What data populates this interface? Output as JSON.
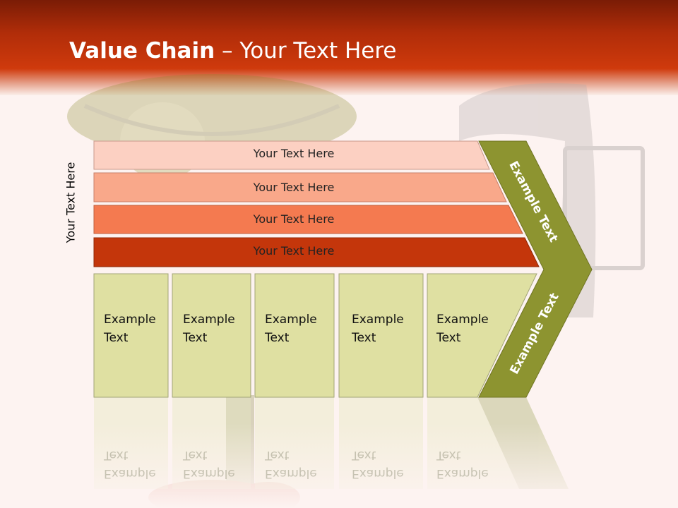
{
  "slide": {
    "title_bold": "Value Chain",
    "title_rest": " – Your Text Here",
    "side_label": "Your Text Here",
    "bands": [
      "Your Text Here",
      "Your Text Here",
      "Your Text Here",
      "Your Text Here"
    ],
    "boxes": [
      [
        "Example",
        "Text"
      ],
      [
        "Example",
        "Text"
      ],
      [
        "Example",
        "Text"
      ],
      [
        "Example",
        "Text"
      ],
      [
        "Example",
        "Text"
      ]
    ],
    "arrow_top_label": "Example Text",
    "arrow_bottom_label": "Example Text"
  },
  "colors": {
    "header": "#c1340b",
    "band1": "#fcd0c2",
    "band2": "#f9a88a",
    "band3": "#f47a50",
    "band4": "#c4360b",
    "box": "#dfe0a2",
    "arrow": "#8d9430"
  }
}
